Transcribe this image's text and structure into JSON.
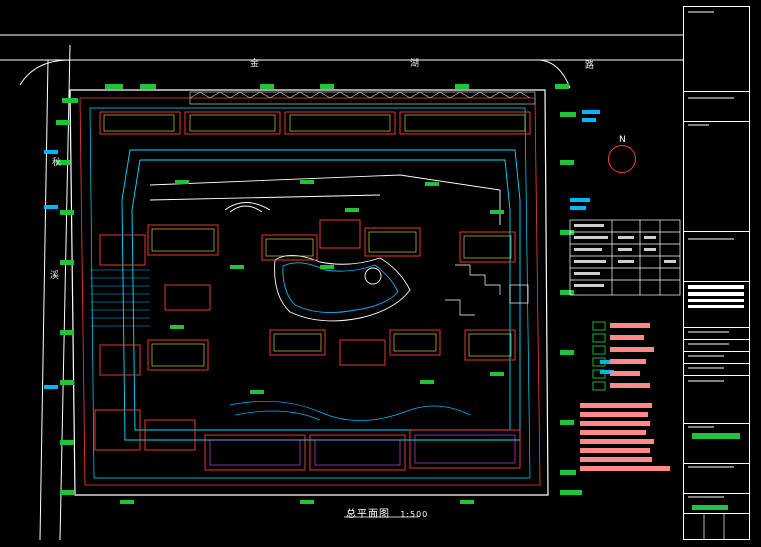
{
  "drawing": {
    "plan_title": "总平面图",
    "scale": "1:500",
    "road_top_chars": [
      "金",
      "湖",
      "路"
    ],
    "road_left_chars": [
      "秋",
      "溪"
    ],
    "north_label": "N"
  },
  "colors": {
    "background": "#000000",
    "site_boundary": "#ffffff",
    "building_outline": "#ff3b3b",
    "road_line": "#00e0ff",
    "landscape": "#e8e84a",
    "tag_green": "#22c23a",
    "hatch_pink": "#ff8888",
    "title_block": "#ffffff",
    "accent_cyan": "#00b7ff"
  },
  "title_block": {
    "rows": [
      "",
      "",
      "",
      "",
      "",
      "",
      "",
      "",
      "",
      "",
      "",
      "",
      ""
    ]
  }
}
